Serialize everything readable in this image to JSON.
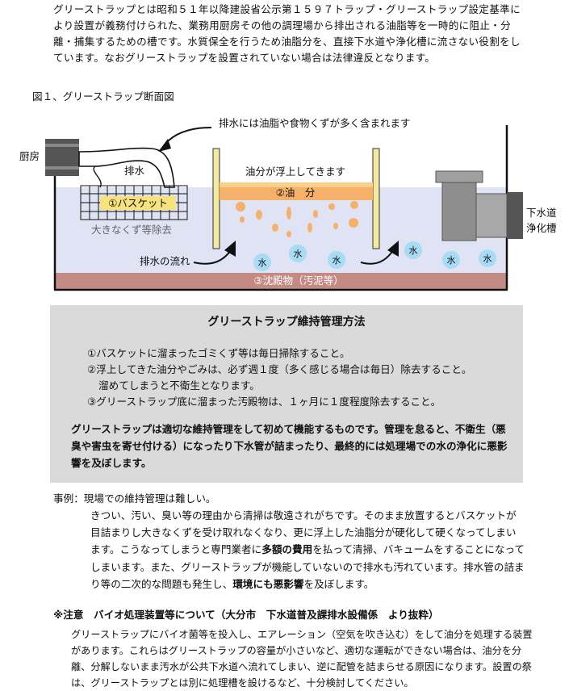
{
  "intro": "グリーストラップとは昭和５１年以降建設省公示第１５９７トラップ・グリーストラップ設定基準により設置が義務付けられた、業務用厨房その他の調理場から排出される油脂等を一時的に阻止・分離・捕集するための槽です。水質保全を行うため油脂分を、直接下水道や浄化槽に流さない役割をしています。なおグリーストラップを設置されていない場合は法律違反となります。",
  "figure": {
    "caption": "図１、グリーストラップ断面図",
    "callout": "排水には油脂や食物くずが多く含まれます",
    "kitchen": "厨房",
    "drain": "排水",
    "basket": "①バスケット",
    "large_debris": "大きなくず等除去",
    "oil_rising": "油分が浮上してきます",
    "oil": "②油　分",
    "flow": "排水の流れ",
    "water": "水",
    "sediment": "③沈殿物（汚泥等）",
    "sewer_line1": "下水道",
    "sewer_line2": "浄化槽"
  },
  "maintenance": {
    "title": "グリーストラップ維持管理方法",
    "rule1": "①バスケットに溜まったゴミくず等は毎日掃除すること。",
    "rule2": "②浮上してきた油分やごみは、必ず週１度（多く感じる場合は毎日）除去すること。",
    "rule2b": "溜めてしまうと不衛生となります。",
    "rule3": "③グリーストラップ底に溜まった汚殿物は、１ヶ月に１度程度除去すること。",
    "note": "グリーストラップは適切な維持管理をして初めて機能するものです。管理を怠ると、不衛生（悪臭や害虫を寄せ付ける）になったり下水管が詰まったり、最終的には処理場での水の浄化に悪影響を及ぼします。"
  },
  "case": {
    "title": "事例：現場での維持管理は難しい。",
    "body_a": "きつい、汚い、臭い等の理由から清掃は敬遠されがちです。そのまま放置するとバスケットが目詰まりし大きなくずを受け取れなくなり、更に浮上した油脂分が硬化して硬くなってしまいます。こうなってしまうと専門業者に",
    "body_b": "多額の費用",
    "body_c": "を払って清掃、バキュームをすることになってしまいます。また、グリーストラップが機能していないので排水も汚れています。排水管の詰まり等の二次的な問題も発生し、",
    "body_d": "環境にも悪影響",
    "body_e": "を及ぼします。"
  },
  "caution": {
    "title": "※注意　バイオ処理装置等について（大分市　下水道普及課排水設備係　より抜粋）",
    "body": "グリーストラップにバイオ菌等を投入し、エアレーション（空気を吹き込む）をして油分を処理する装置があります。これらはグリーストラップの容量が小さいなど、適切な運転ができない場合は、油分を分離、分解しないまま汚水が公共下水道へ流れてしまい、逆に配管を詰まらせる原因になります。設置の祭は、グリーストラップとは別に処理槽を設けるなど、十分検討してください。"
  },
  "colors": {
    "water": "#dfe3f3",
    "sediment": "#c48a84",
    "oil": "#f5b06a",
    "basket": "#f7e27c",
    "bubble": "#a8dcf5",
    "box": "#dadada"
  }
}
